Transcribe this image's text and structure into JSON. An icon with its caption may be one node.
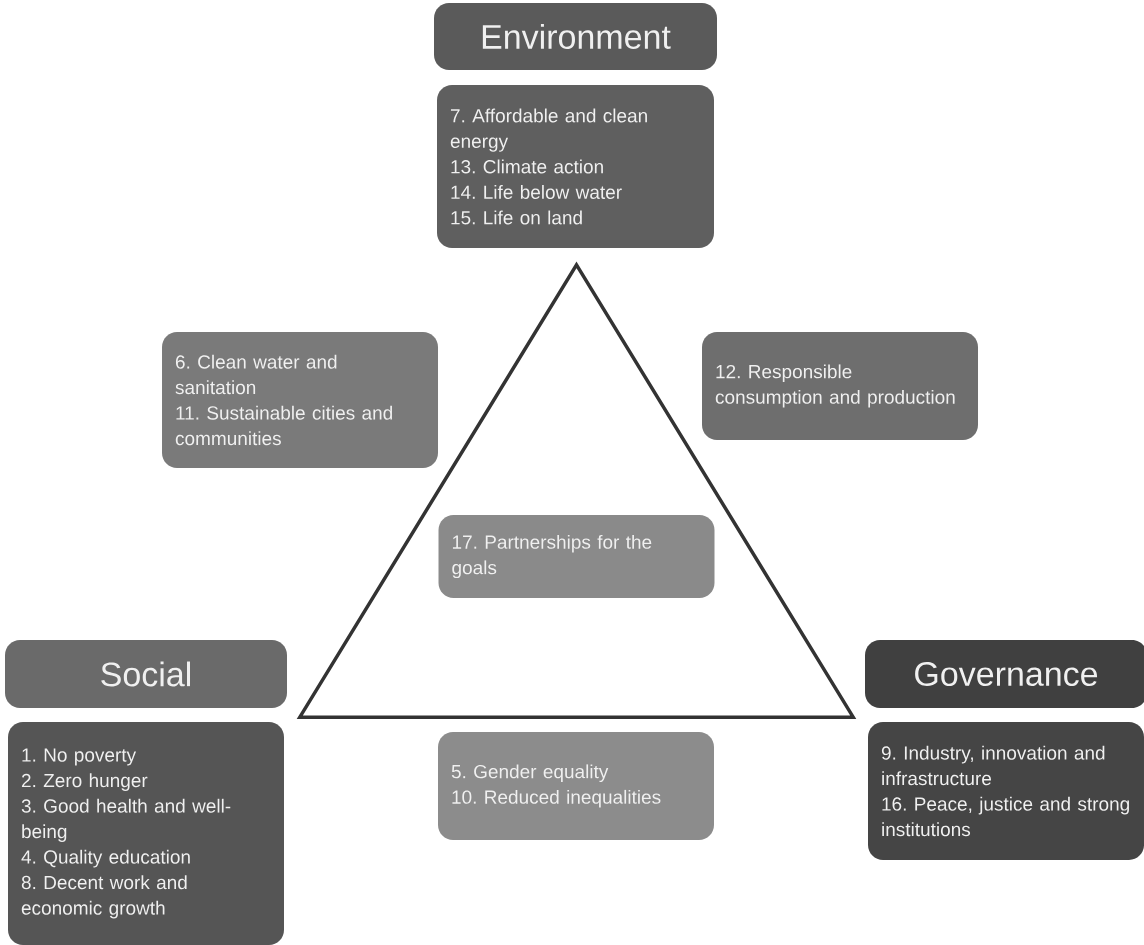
{
  "diagram": {
    "nodes": [
      {
        "text": [
          "Environment"
        ]
      },
      {
        "text": [
          "7. Affordable and clean energy",
          "13. Climate action",
          "14. Life below water",
          "15. Life on land"
        ]
      },
      {
        "text": [
          "6. Clean water and sanitation",
          "11. Sustainable cities and communities"
        ]
      },
      {
        "text": [
          "12. Responsible consumption and production"
        ]
      },
      {
        "text": [],
        "shape": "triangle"
      },
      {
        "text": [
          "17. Partnerships for the goals"
        ],
        "in": 4
      },
      {
        "text": [
          "Social"
        ]
      },
      {
        "text": [
          "1. No poverty",
          "2. Zero hunger",
          "3. Good health and well-being",
          "4. Quality education",
          "8. Decent work and economic growth"
        ]
      },
      {
        "text": [
          "5. Gender equality",
          "10. Reduced inequalities"
        ]
      },
      {
        "text": [
          "Governance"
        ]
      },
      {
        "text": [
          "9. Industry, innovation and infrastructure",
          "16. Peace, justice and strong institutions"
        ]
      }
    ]
  }
}
